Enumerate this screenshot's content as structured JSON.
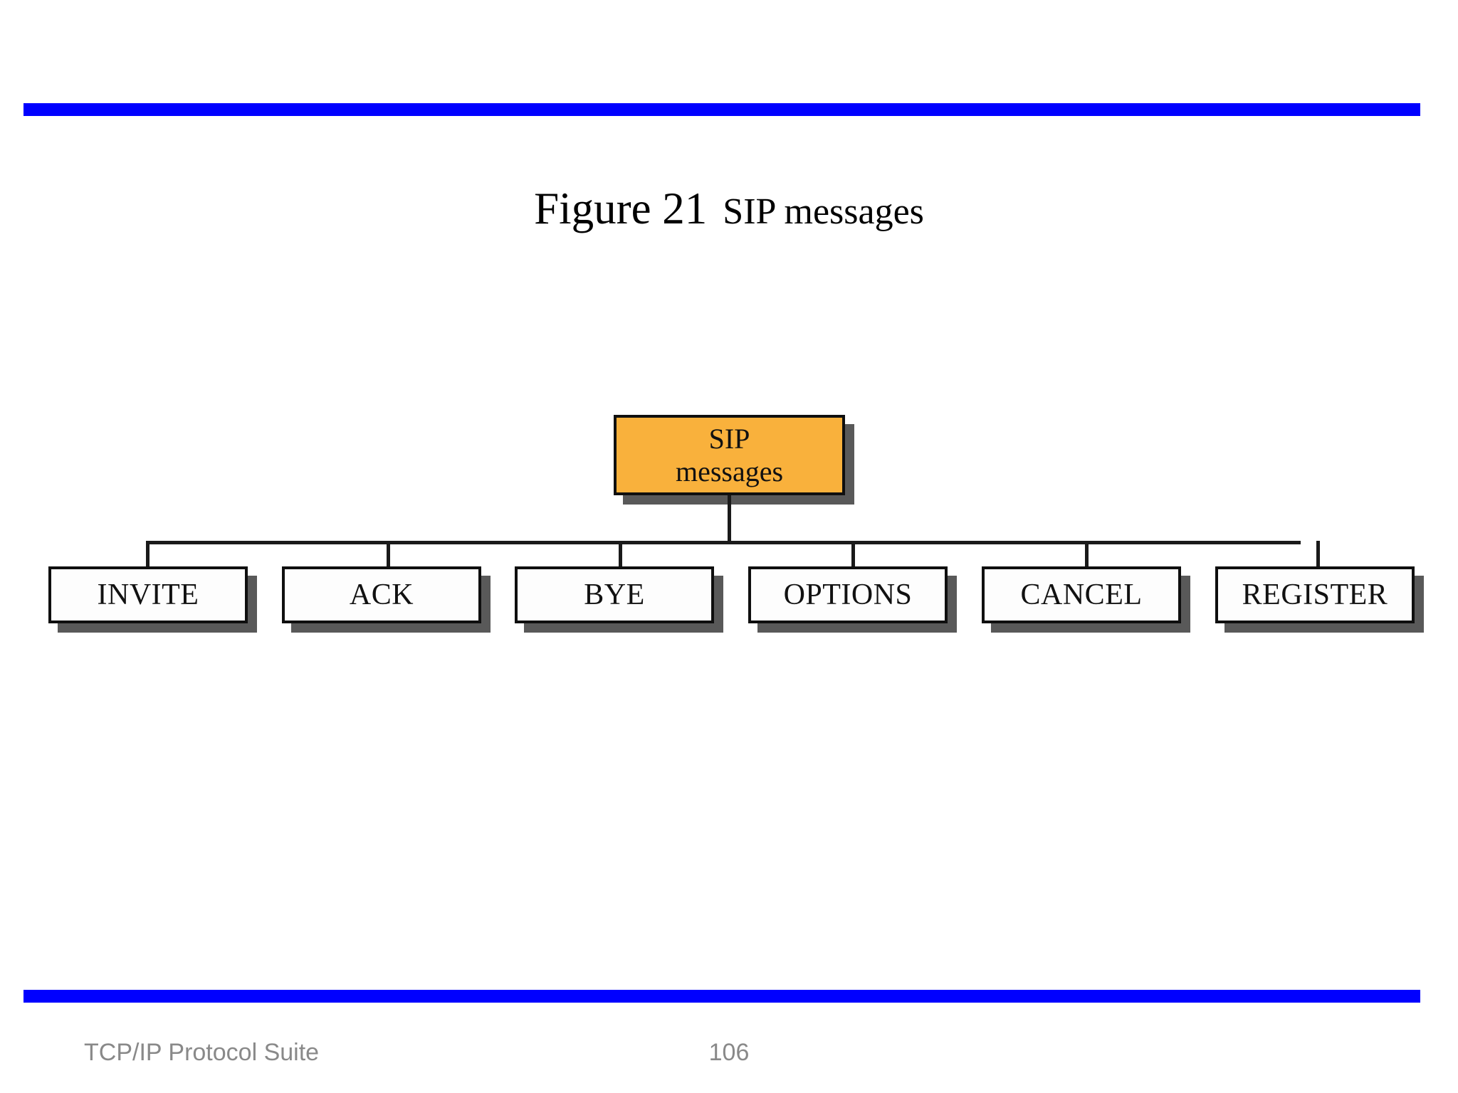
{
  "slide": {
    "title": {
      "figure_label": "Figure 21",
      "caption": "SIP messages"
    },
    "accent_color": "#0000FF",
    "background_color": "#FFFFFF"
  },
  "diagram": {
    "type": "tree",
    "root": {
      "line1": "SIP",
      "line2": "messages",
      "fill_color": "#F9B13C",
      "border_color": "#0F0F0F",
      "shadow_color": "#595959"
    },
    "children": [
      {
        "label": "INVITE"
      },
      {
        "label": "ACK"
      },
      {
        "label": "BYE"
      },
      {
        "label": "OPTIONS"
      },
      {
        "label": "CANCEL"
      },
      {
        "label": "REGISTER"
      }
    ]
  },
  "footer": {
    "source": "TCP/IP Protocol Suite",
    "page_number": "106"
  }
}
